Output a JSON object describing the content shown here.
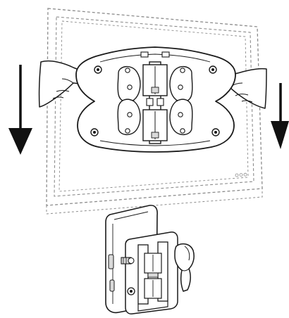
{
  "diagram": {
    "kind": "line-art installation illustration",
    "steps": [
      {
        "action": "lower-tv-onto-mount",
        "direction": "down"
      }
    ],
    "parts": [
      "tv-frame",
      "vesa-mounting-plate",
      "hands",
      "wall-bracket",
      "tilt-knob",
      "mounting-screw"
    ],
    "colors": {
      "line": "#1a1a1a",
      "dashed_outline": "#8c8c8c",
      "fill": "#ffffff",
      "shade": "#d9d9d9",
      "arrow": "#111111"
    }
  }
}
